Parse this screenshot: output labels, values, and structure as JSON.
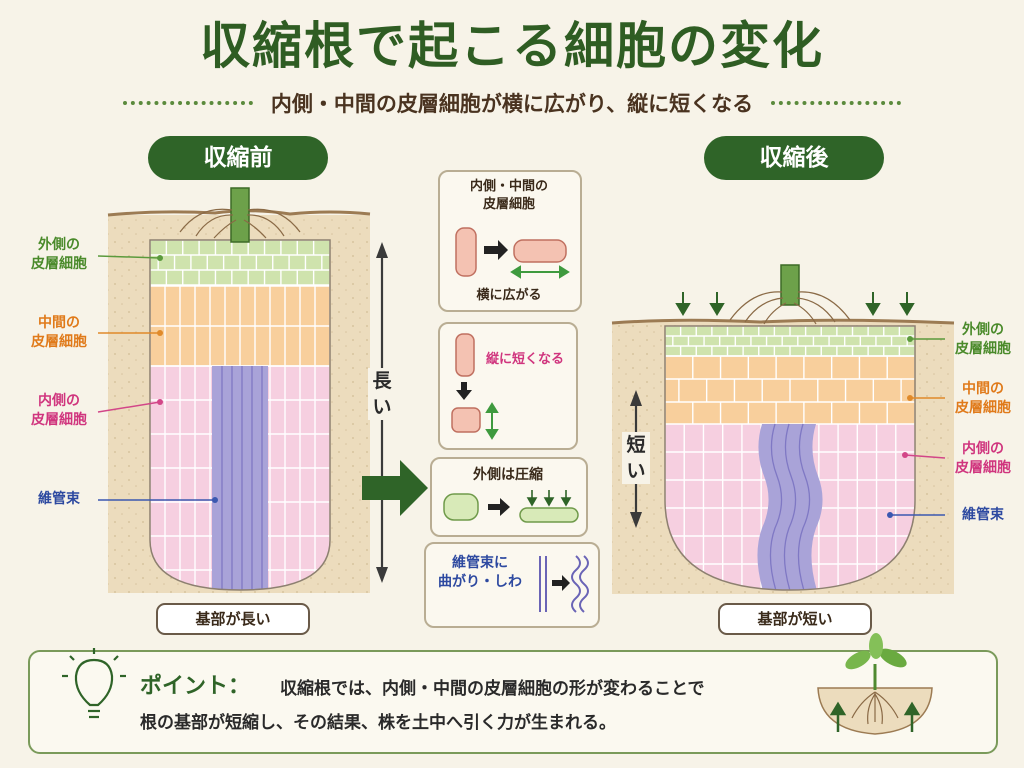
{
  "title": "収縮根で起こる細胞の変化",
  "subtitle": "内側・中間の皮層細胞が横に広がり、縦に短くなる",
  "before": {
    "heading": "収縮前",
    "outer_label": "外側の\n皮層細胞",
    "middle_label": "中間の\n皮層細胞",
    "inner_label": "内側の\n皮層細胞",
    "vascular_label": "維管束",
    "length_label": "長\nい",
    "caption": "基部が長い"
  },
  "after": {
    "heading": "収縮後",
    "outer_label": "外側の\n皮層細胞",
    "middle_label": "中間の\n皮層細胞",
    "inner_label": "内側の\n皮層細胞",
    "vascular_label": "維管束",
    "length_label": "短\nい",
    "caption": "基部が短い"
  },
  "panels": {
    "p1_title": "内側・中間の\n皮層細胞",
    "p1_caption": "横に広がる",
    "p2_caption": "縦に短くなる",
    "p3_title": "外側は圧縮",
    "p4_title": "維管束に\n曲がり・しわ"
  },
  "point": {
    "heading": "ポイント：",
    "line1": "収縮根では、内側・中間の皮層細胞の形が変わることで",
    "line2": "根の基部が短縮し、その結果、株を土中へ引く力が生まれる。"
  },
  "colors": {
    "green_dark": "#2f6428",
    "outer_cell": "#cfe3ad",
    "middle_cell": "#f8cf9c",
    "inner_cell": "#f6cfe0",
    "vascular": "#a9a3d8",
    "soil": "#ecdcbd"
  }
}
